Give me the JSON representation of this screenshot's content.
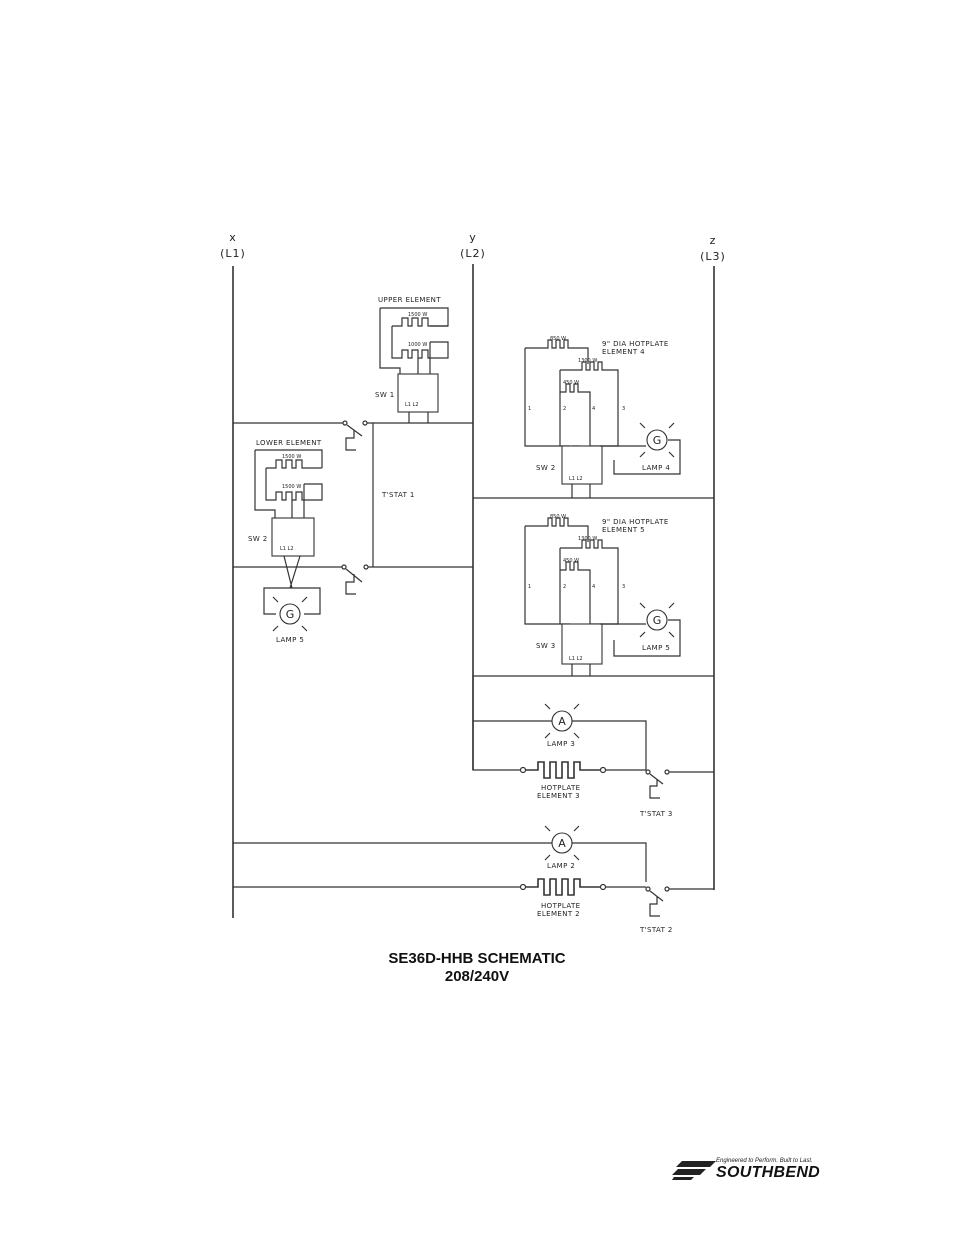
{
  "buses": [
    {
      "letter": "x",
      "line": "(L1)"
    },
    {
      "letter": "y",
      "line": "(L2)"
    },
    {
      "letter": "z",
      "line": "(L3)"
    }
  ],
  "labels": {
    "upper_element": "UPPER ELEMENT",
    "upper_w1": "1500 W",
    "upper_w2": "1000 W",
    "sw1": "SW 1",
    "lower_element": "LOWER ELEMENT",
    "lower_w1": "1500 W",
    "lower_w2": "1500 W",
    "sw2_left": "SW 2",
    "tstat1": "T'STAT 1",
    "lamp_left": "LAMP 5",
    "hp4_title": "9\" DIA HOTPLATE",
    "hp4_sub": "ELEMENT 4",
    "hp4_w1": "850 W",
    "hp4_w2": "1300 W",
    "hp4_w3": "450 W",
    "sw2_right": "SW 2",
    "lamp4": "LAMP 4",
    "hp5_title": "9\" DIA HOTPLATE",
    "hp5_sub": "ELEMENT 5",
    "hp5_w1": "850 W",
    "hp5_w2": "1300 W",
    "hp5_w3": "450 W",
    "sw3": "SW 3",
    "lamp5": "LAMP 5",
    "lamp3": "LAMP 3",
    "hp3_l1": "HOTPLATE",
    "hp3_l2": "ELEMENT 3",
    "tstat3": "T'STAT 3",
    "lamp2": "LAMP 2",
    "hp2_l1": "HOTPLATE",
    "hp2_l2": "ELEMENT 2",
    "tstat2": "T'STAT 2",
    "switch_terms": "L1 L2",
    "lamp_glyph_g": "G",
    "lamp_glyph_a": "A"
  },
  "caption": {
    "title": "SE36D-HHB SCHEMATIC",
    "voltage": "208/240V"
  },
  "brand": {
    "name": "SOUTHBEND",
    "tagline": "Engineered to Perform. Built to Last."
  }
}
